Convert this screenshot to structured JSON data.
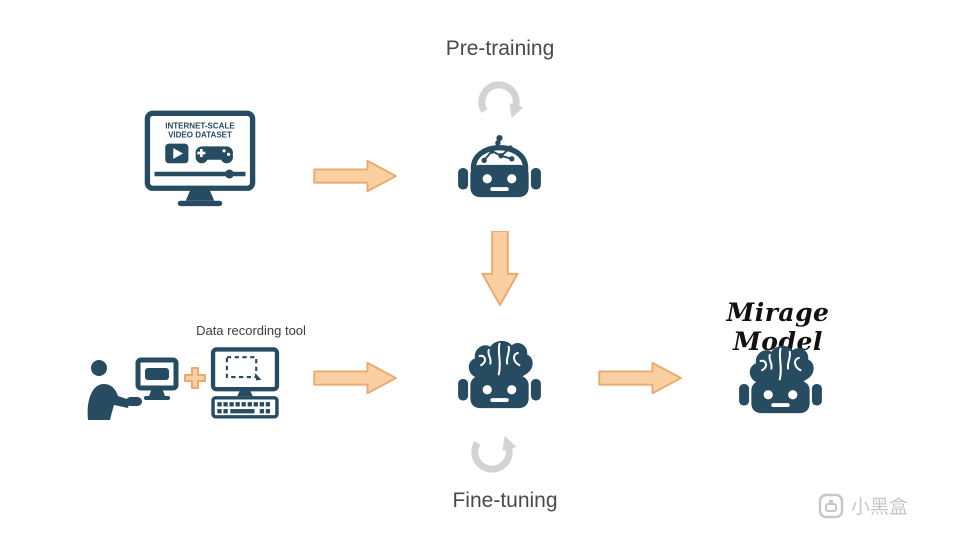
{
  "diagram": {
    "pretraining_label": "Pre-training",
    "finetuning_label": "Fine-tuning",
    "data_recording_label": "Data recording tool",
    "mirage_label": "Mirage Model",
    "dataset_icon_line1": "INTERNET-SCALE",
    "dataset_icon_line2": "VIDEO DATASET",
    "watermark_text": "小黑盒",
    "colors": {
      "robot_icon": "#274C62",
      "arrow_fill": "#FAD0A2",
      "arrow_outline": "#ECA96F",
      "loop_arrow": "#D3D3D3",
      "label_text": "#4A4A4A",
      "watermark": "#C7C7C7",
      "background": "#FFFFFF"
    }
  }
}
